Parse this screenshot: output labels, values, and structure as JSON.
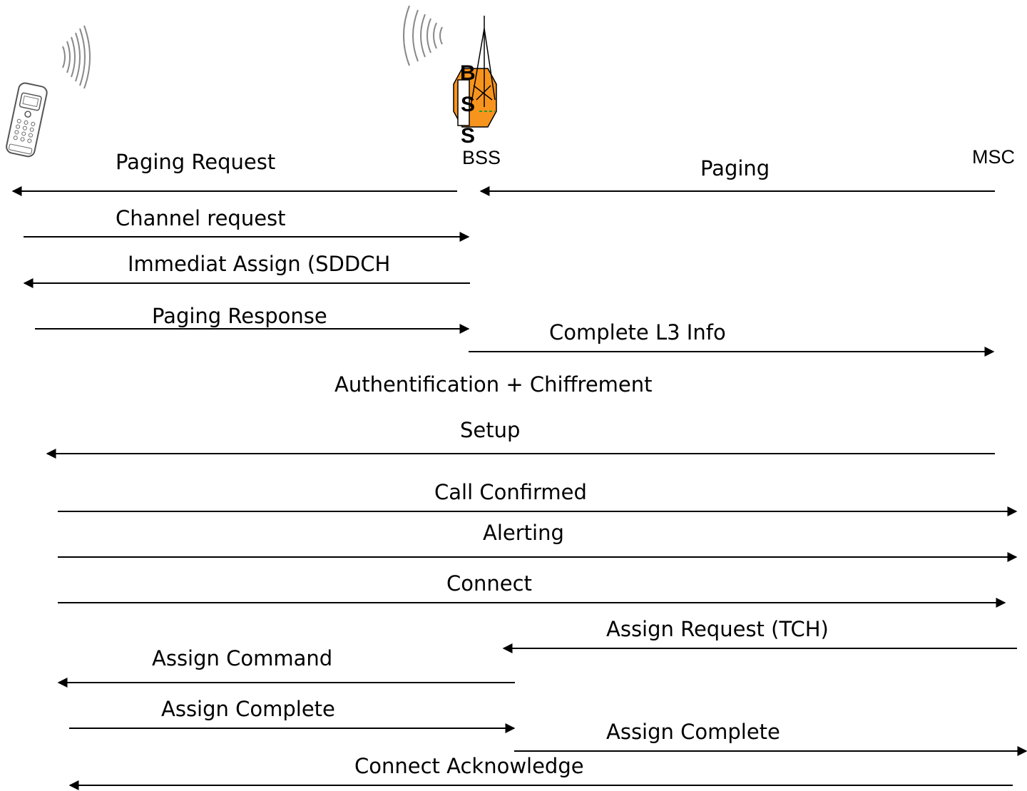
{
  "entities": {
    "bss_label": "BSS",
    "msc_label": "MSC",
    "bss_icon_letters": [
      "B",
      "S",
      "S"
    ]
  },
  "messages": [
    {
      "label": "Paging Request",
      "direction": "left"
    },
    {
      "label": "Paging",
      "direction": "left"
    },
    {
      "label": "Channel request",
      "direction": "right"
    },
    {
      "label": "Immediat Assign (SDDCH",
      "direction": "left"
    },
    {
      "label": "Paging Response",
      "direction": "right"
    },
    {
      "label": "Complete L3 Info",
      "direction": "right"
    },
    {
      "label": "Authentification + Chiffrement",
      "direction": "none"
    },
    {
      "label": "Setup",
      "direction": "left"
    },
    {
      "label": "Call Confirmed",
      "direction": "right"
    },
    {
      "label": "Alerting",
      "direction": "right"
    },
    {
      "label": "Connect",
      "direction": "right"
    },
    {
      "label": "Assign Request (TCH)",
      "direction": "left"
    },
    {
      "label": "Assign Command",
      "direction": "left"
    },
    {
      "label": "Assign Complete",
      "direction": "right"
    },
    {
      "label": "Assign Complete",
      "direction": "right"
    },
    {
      "label": "Connect Acknowledge",
      "direction": "left"
    }
  ],
  "colors": {
    "line": "#000000",
    "bss_orange": "#F7941D",
    "antenna_waves": "#888888"
  }
}
